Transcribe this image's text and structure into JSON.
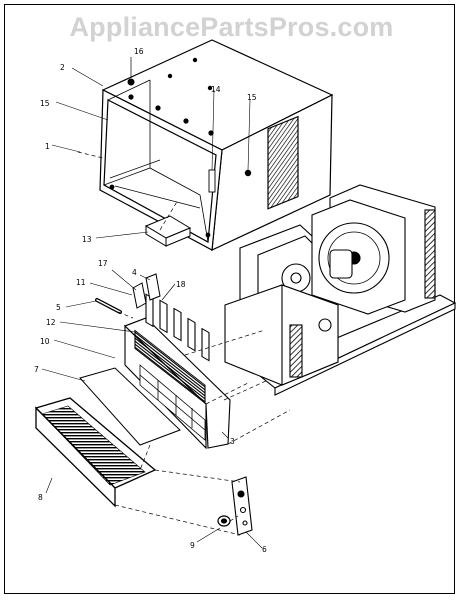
{
  "watermark": {
    "text": "AppliancePartsPros.com"
  },
  "stamp": {
    "text": ""
  },
  "labels": {
    "p1": "1",
    "p2": "2",
    "p3": "3",
    "p4": "4",
    "p5": "5",
    "p6": "6",
    "p7": "7",
    "p8": "8",
    "p9": "9",
    "p10": "10",
    "p11": "11",
    "p12": "12",
    "p13": "13",
    "p14": "14",
    "p15a": "15",
    "p15b": "15",
    "p16": "16",
    "p17": "17",
    "p18": "18"
  },
  "colors": {
    "line": "#000000",
    "watermark": "#d2d2d2",
    "background": "#ffffff"
  }
}
